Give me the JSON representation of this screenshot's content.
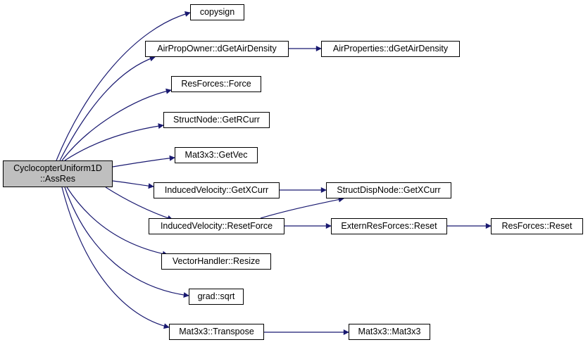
{
  "diagram": {
    "edge_color": "#191970",
    "root": {
      "lines": [
        "CyclocopterUniform1D",
        "::AssRes"
      ]
    },
    "nodes": {
      "copysign": "copysign",
      "air_prop_owner": "AirPropOwner::dGetAirDensity",
      "air_properties": "AirProperties::dGetAirDensity",
      "res_forces_force": "ResForces::Force",
      "struct_node": "StructNode::GetRCurr",
      "mat3x3_getvec": "Mat3x3::GetVec",
      "induced_getxcurr": "InducedVelocity::GetXCurr",
      "struct_disp_node": "StructDispNode::GetXCurr",
      "induced_resetforce": "InducedVelocity::ResetForce",
      "extern_res_forces": "ExternResForces::Reset",
      "res_forces_reset": "ResForces::Reset",
      "vector_handler": "VectorHandler::Resize",
      "grad_sqrt": "grad::sqrt",
      "mat3x3_transpose": "Mat3x3::Transpose",
      "mat3x3_ctor": "Mat3x3::Mat3x3"
    }
  }
}
